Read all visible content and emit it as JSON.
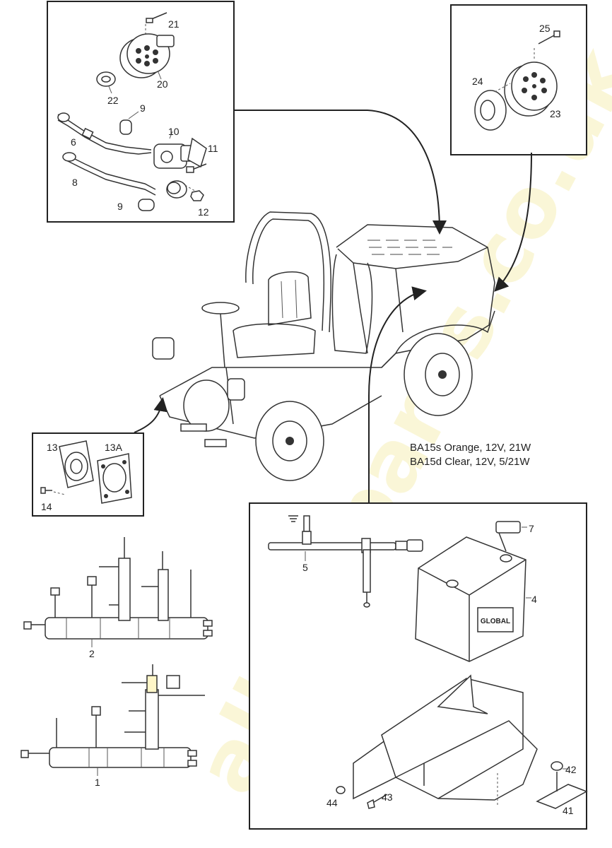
{
  "watermark": "allagspares.co.uk",
  "bulb_note": [
    "BA15s Orange, 12V, 21W",
    "BA15d Clear, 12V, 5/21W"
  ],
  "callouts": {
    "c21": "21",
    "c20": "20",
    "c22": "22",
    "c9a": "9",
    "c10": "10",
    "c6": "6",
    "c11": "11",
    "c8": "8",
    "c9b": "9",
    "c12": "12",
    "c25": "25",
    "c24": "24",
    "c23": "23",
    "c13": "13",
    "c13a": "13A",
    "c14": "14",
    "c2": "2",
    "c1": "1",
    "c7": "7",
    "c5": "5",
    "c4": "4",
    "c42": "42",
    "c44": "44",
    "c43": "43",
    "c41": "41"
  },
  "battery_brand": "GLOBAL"
}
